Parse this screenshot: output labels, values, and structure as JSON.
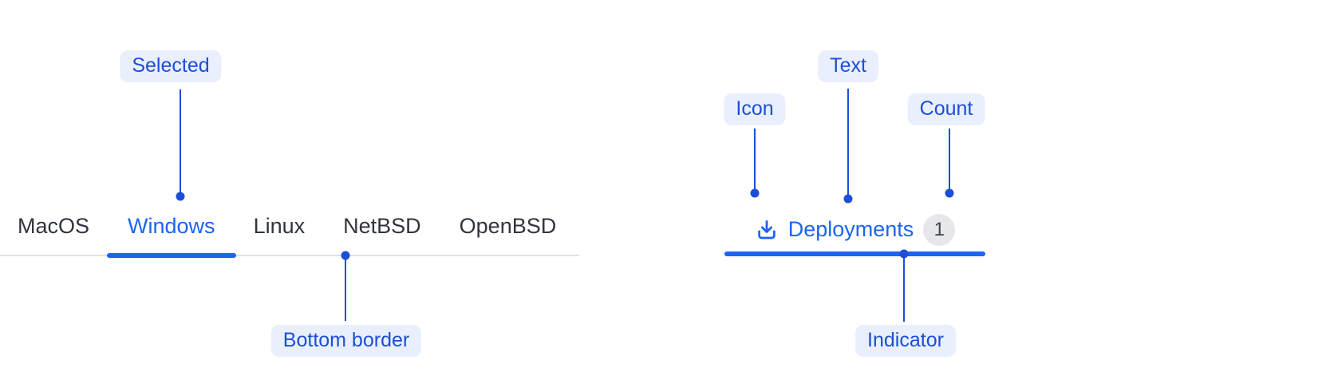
{
  "colors": {
    "annotation_text": "#1d4ed8",
    "annotation_bg": "#e9effc",
    "annotation_line": "#1d4ed8",
    "active_blue": "#1c64f2",
    "inactive_tab": "#2f353e",
    "divider": "#dfe2e6",
    "badge_bg": "#e5e7ea",
    "badge_text": "#3d434d"
  },
  "left_tabs": {
    "items": [
      {
        "label": "MacOS",
        "selected": false
      },
      {
        "label": "Windows",
        "selected": true
      },
      {
        "label": "Linux",
        "selected": false
      },
      {
        "label": "NetBSD",
        "selected": false
      },
      {
        "label": "OpenBSD",
        "selected": false
      }
    ],
    "annotations": {
      "selected": "Selected",
      "bottom_border": "Bottom border"
    }
  },
  "right_tab": {
    "icon": "download-icon",
    "label": "Deployments",
    "count": "1",
    "annotations": {
      "icon": "Icon",
      "text": "Text",
      "count": "Count",
      "indicator": "Indicator"
    }
  }
}
